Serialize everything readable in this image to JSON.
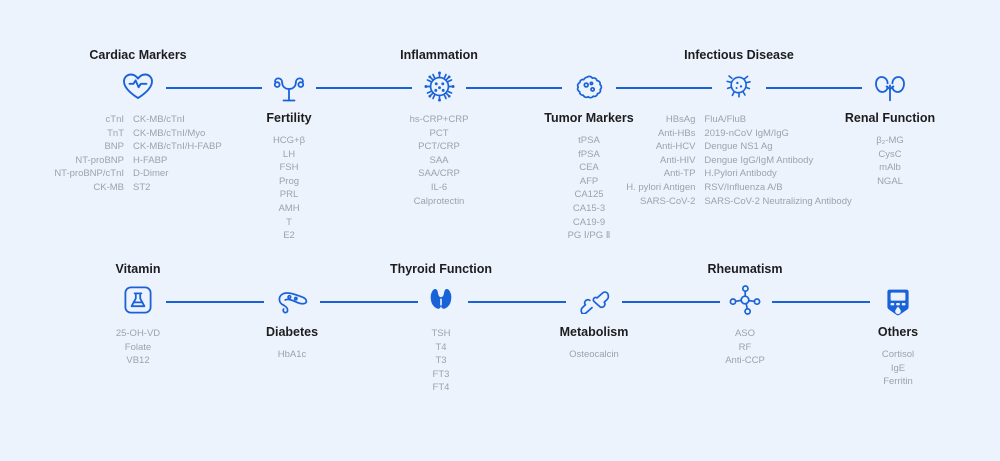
{
  "theme": {
    "background": "#edf3fd",
    "accent": "#1a62d8",
    "title_color": "#1d1d1f",
    "list_color": "#9aa3ad"
  },
  "rows": [
    {
      "name": "row-1",
      "nodes": [
        {
          "id": "cardiac-markers",
          "title": "Cardiac Markers",
          "title_position": "above",
          "icon": "heart-pulse-icon",
          "layout": "two-column",
          "items_left": [
            "cTnI",
            "TnT",
            "BNP",
            "NT-proBNP",
            "NT-proBNP/cTnI",
            "CK-MB"
          ],
          "items_right": [
            "CK-MB/cTnI",
            "CK-MB/cTnI/Myo",
            "CK-MB/cTnI/H-FABP",
            "H-FABP",
            "D-Dimer",
            "ST2"
          ]
        },
        {
          "id": "fertility",
          "title": "Fertility",
          "title_position": "below",
          "icon": "uterus-icon",
          "layout": "single-column",
          "items": [
            "HCG+β",
            "LH",
            "FSH",
            "Prog",
            "PRL",
            "AMH",
            "T",
            "E2"
          ]
        },
        {
          "id": "inflammation",
          "title": "Inflammation",
          "title_position": "above",
          "icon": "virus-icon",
          "layout": "single-column",
          "items": [
            "hs-CRP+CRP",
            "PCT",
            "PCT/CRP",
            "SAA",
            "SAA/CRP",
            "IL-6",
            "Calprotectin"
          ]
        },
        {
          "id": "tumor-markers",
          "title": "Tumor Markers",
          "title_position": "below",
          "icon": "tumor-cell-icon",
          "layout": "single-column",
          "items": [
            "tPSA",
            "fPSA",
            "CEA",
            "AFP",
            "CA125",
            "CA15-3",
            "CA19-9",
            "PG Ⅰ/PG Ⅱ"
          ]
        },
        {
          "id": "infectious-disease",
          "title": "Infectious Disease",
          "title_position": "above",
          "icon": "bacteria-icon",
          "layout": "two-column",
          "items_left": [
            "HBsAg",
            "Anti-HBs",
            "Anti-HCV",
            "Anti-HIV",
            "Anti-TP",
            "H. pylori Antigen",
            "SARS-CoV-2"
          ],
          "items_right": [
            "FluA/FluB",
            "2019-nCoV IgM/IgG",
            "Dengue NS1 Ag",
            "Dengue IgG/IgM Antibody",
            "H.Pylori Antibody",
            "RSV/Influenza A/B",
            "SARS-CoV-2 Neutralizing Antibody"
          ]
        },
        {
          "id": "renal-function",
          "title": "Renal Function",
          "title_position": "below",
          "icon": "kidneys-icon",
          "layout": "single-column",
          "items": [
            "β₂-MG",
            "CysC",
            "mAlb",
            "NGAL"
          ]
        }
      ]
    },
    {
      "name": "row-2",
      "nodes": [
        {
          "id": "vitamin",
          "title": "Vitamin",
          "title_position": "above",
          "icon": "flask-square-icon",
          "layout": "single-column",
          "items": [
            "25-OH-VD",
            "Folate",
            "VB12"
          ]
        },
        {
          "id": "diabetes",
          "title": "Diabetes",
          "title_position": "below",
          "icon": "pancreas-icon",
          "layout": "single-column",
          "items": [
            "HbA1c"
          ]
        },
        {
          "id": "thyroid-function",
          "title": "Thyroid Function",
          "title_position": "above",
          "icon": "thyroid-icon",
          "layout": "single-column",
          "items": [
            "TSH",
            "T4",
            "T3",
            "FT3",
            "FT4"
          ]
        },
        {
          "id": "metabolism",
          "title": "Metabolism",
          "title_position": "below",
          "icon": "bone-icon",
          "layout": "single-column",
          "items": [
            "Osteocalcin"
          ]
        },
        {
          "id": "rheumatism",
          "title": "Rheumatism",
          "title_position": "above",
          "icon": "molecule-icon",
          "layout": "single-column",
          "items": [
            "ASO",
            "RF",
            "Anti-CCP"
          ]
        },
        {
          "id": "others",
          "title": "Others",
          "title_position": "below",
          "icon": "glucometer-icon",
          "layout": "single-column",
          "items": [
            "Cortisol",
            "IgE",
            "Ferritin"
          ]
        }
      ]
    }
  ]
}
